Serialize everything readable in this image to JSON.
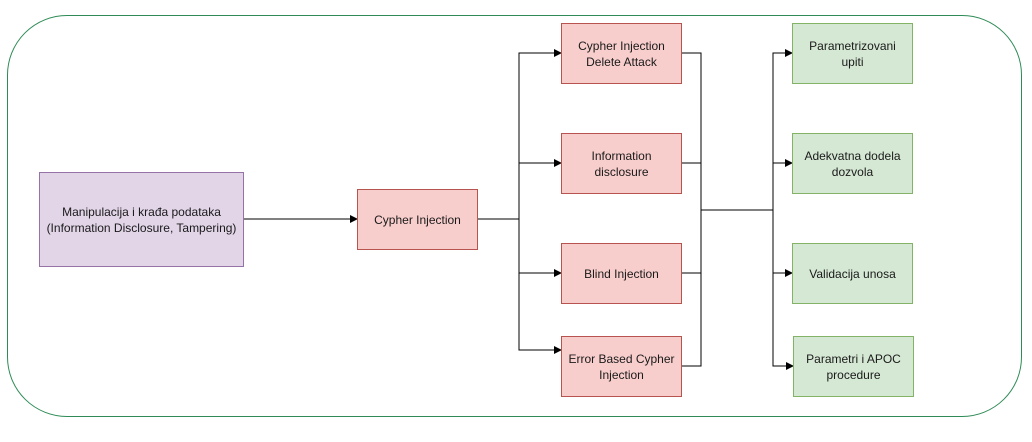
{
  "diagram": {
    "source": {
      "label": "Manipulacija i krađa podataka\n(Information Disclosure, Tampering)",
      "fill": "#e1d5e7",
      "stroke": "#9673a6"
    },
    "hub": {
      "label": "Cypher Injection",
      "fill": "#f8cecc",
      "stroke": "#b85450"
    },
    "attacks": [
      {
        "label": "Cypher Injection\nDelete Attack"
      },
      {
        "label": "Information disclosure"
      },
      {
        "label": "Blind Injection"
      },
      {
        "label": "Error Based Cypher\nInjection"
      }
    ],
    "mitigations": [
      {
        "label": "Parametrizovani upiti"
      },
      {
        "label": "Adekvatna dodela\ndozvola"
      },
      {
        "label": "Validacija unosa"
      },
      {
        "label": "Parametri i APOC\nprocedure"
      }
    ],
    "colors": {
      "frame": "#2e8b57",
      "attack_fill": "#f8cecc",
      "attack_stroke": "#b85450",
      "mitigation_fill": "#d5e8d4",
      "mitigation_stroke": "#82b366",
      "edge": "#000000"
    }
  }
}
